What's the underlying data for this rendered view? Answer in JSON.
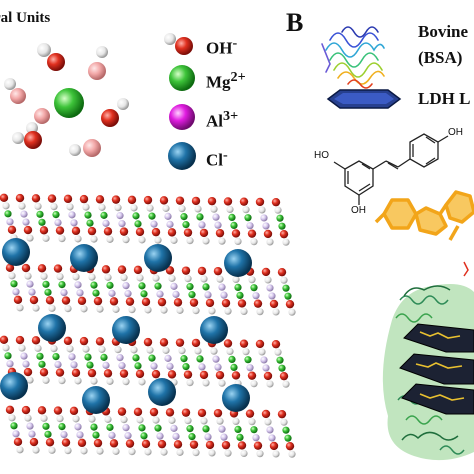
{
  "panel_a": {
    "title": "ral Units",
    "legend": [
      {
        "label_html": "OH<sup>-</sup>",
        "text": "OH-",
        "color": "#d42b1f",
        "icon": "hydroxide-ball-icon"
      },
      {
        "label_html": "Mg<sup>2+</sup>",
        "text": "Mg2+",
        "color": "#3ec43a",
        "icon": "magnesium-ball-icon"
      },
      {
        "label_html": "Al<sup>3+</sup>",
        "text": "Al3+",
        "color": "#e01ce0",
        "icon": "aluminium-ball-icon"
      },
      {
        "label_html": "Cl<sup>-</sup>",
        "text": "Cl-",
        "color": "#1f73a8",
        "icon": "chloride-ball-icon"
      }
    ]
  },
  "panel_b": {
    "label": "B",
    "bsa_line1": "Bovine",
    "bsa_line2": "(BSA)",
    "ldh_label": "LDH L",
    "molecule_labels": [
      "OH",
      "HO",
      "OH"
    ]
  }
}
